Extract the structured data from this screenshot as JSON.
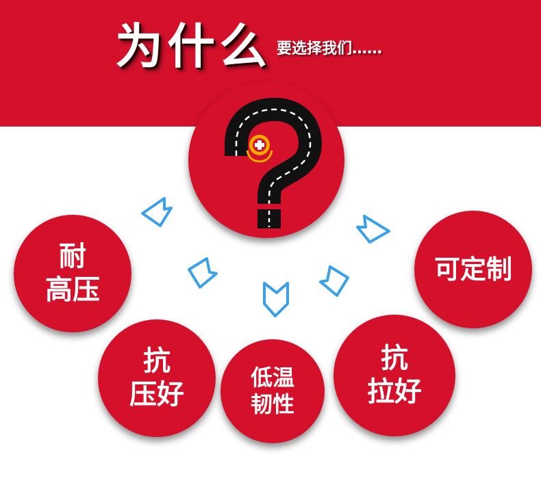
{
  "header": {
    "title": "为什么",
    "subtitle": "要选择我们……"
  },
  "center": {
    "icon": "question-mark-road-icon",
    "emblem": "cross-gear-emblem-icon"
  },
  "features": [
    {
      "line1": "耐",
      "line2": "高压"
    },
    {
      "line1": "抗",
      "line2": "压好"
    },
    {
      "line1": "低温",
      "line2": "韧性"
    },
    {
      "line1": "抗",
      "line2": "拉好"
    },
    {
      "line1": "可定制"
    }
  ],
  "colors": {
    "brand_red": "#d4102b",
    "arrow_blue": "#3aa0e8",
    "road_black": "#111111",
    "emblem_gold": "#f2a900"
  }
}
